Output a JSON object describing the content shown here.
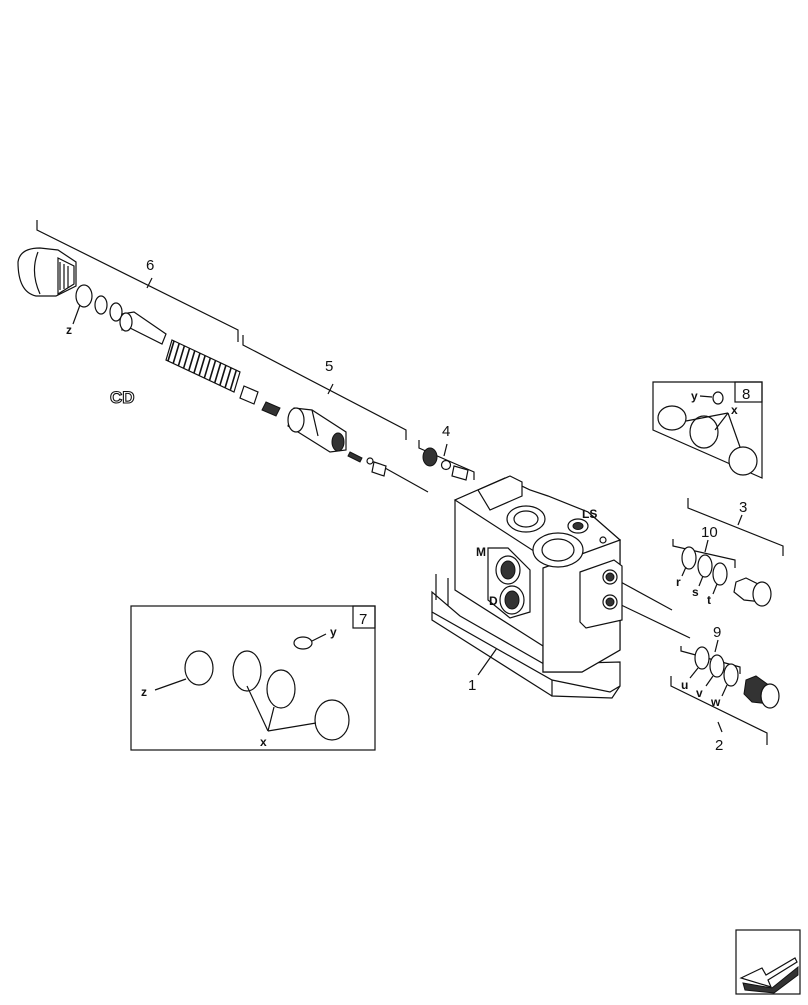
{
  "callouts": {
    "c1": "1",
    "c2": "2",
    "c3": "3",
    "c4": "4",
    "c5": "5",
    "c6": "6",
    "c9": "9",
    "c10": "10"
  },
  "code_label": "CD",
  "port_labels": {
    "ls": "LS",
    "m": "M",
    "d": "D"
  },
  "seal_letters": {
    "r": "r",
    "s": "s",
    "t": "t",
    "u": "u",
    "v": "v",
    "w": "w",
    "z": "z"
  },
  "inset7": {
    "number": "7",
    "x": "x",
    "y": "y",
    "z": "z"
  },
  "inset8": {
    "number": "8",
    "x": "x",
    "y": "y"
  },
  "nav_icon": "arrow-left-icon"
}
